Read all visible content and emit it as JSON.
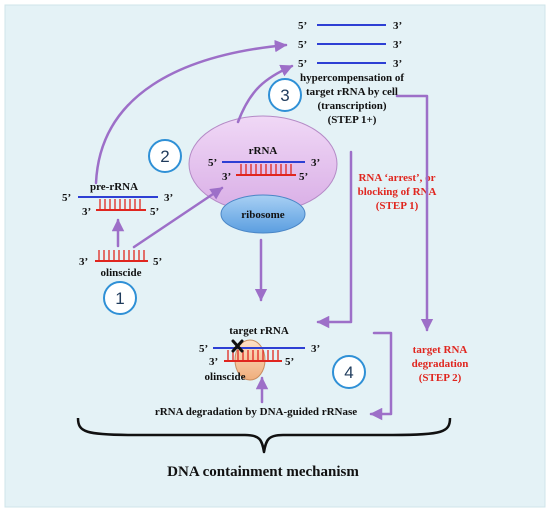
{
  "colors": {
    "background_panel": "#e4f2f6",
    "strand_blue": "#2d3fd4",
    "strand_red": "#e0261f",
    "arrow_purple": "#9d6fc8",
    "ribosome_oval": "#e5c4ef",
    "ribosome_blue": "#7ab3e8",
    "enzyme_orange": "#f6c49c",
    "step_circle": "#2f90d6"
  },
  "labels": {
    "top_strands": [
      {
        "left": "5’",
        "right": "3’"
      },
      {
        "left": "5’",
        "right": "3’"
      },
      {
        "left": "5’",
        "right": "3’"
      }
    ],
    "hypercompensation": [
      "hypercompensation of",
      "target rRNA by cell",
      "(transcription)",
      "(STEP 1+)"
    ],
    "rrna": "rRNA",
    "rrna_top_5": "5’",
    "rrna_top_3": "3’",
    "rrna_bottom_3": "3’",
    "rrna_bottom_5": "5’",
    "ribosome": "ribosome",
    "pre_rrna": "pre-rRNA",
    "pre_top_5": "5’",
    "pre_top_3": "3’",
    "pre_bottom_3": "3’",
    "pre_bottom_5": "5’",
    "olinscide_left": "olinscide",
    "olin_3": "3’",
    "olin_5": "5’",
    "arrest": [
      "RNA ‘arrest’, or",
      "blocking of RNA",
      "(STEP 1)"
    ],
    "target_degradation": [
      "target RNA",
      "degradation",
      "(STEP 2)"
    ],
    "target_rrna": "target rRNA",
    "target_top_5": "5’",
    "target_top_3": "3’",
    "target_bottom_3": "3’",
    "target_bottom_5": "5’",
    "olinscide_bottom": "olinscide",
    "degradation_caption": "rRNA degradation by DNA-guided rRNase",
    "mechanism_title": "DNA containment mechanism"
  },
  "steps": [
    "1",
    "2",
    "3",
    "4"
  ]
}
